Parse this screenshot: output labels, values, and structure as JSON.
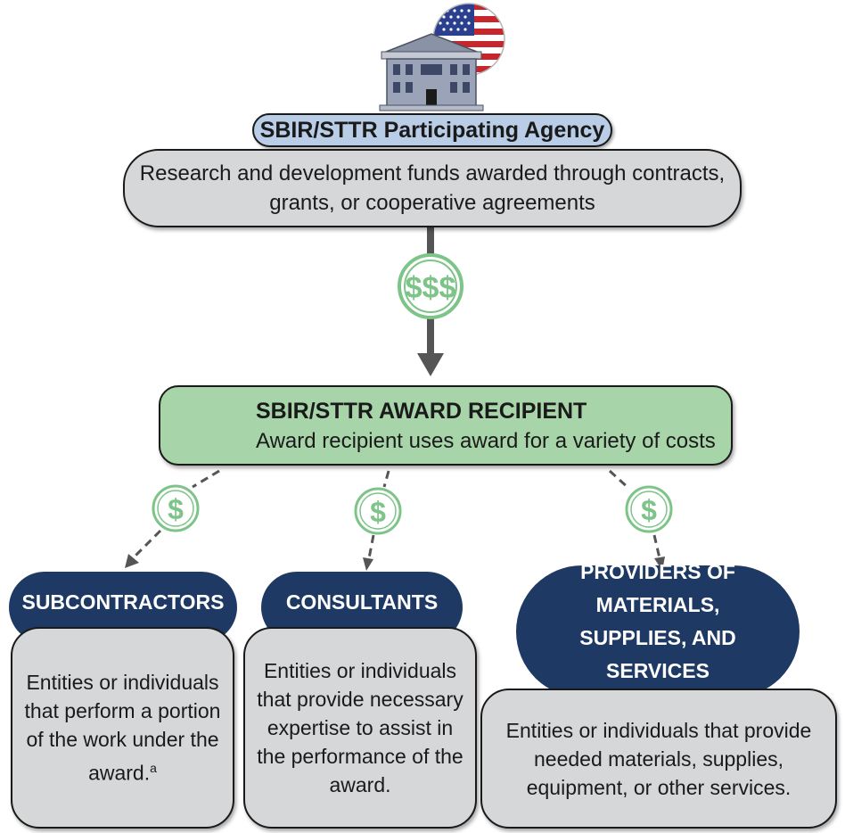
{
  "agency": {
    "title": "SBIR/STTR Participating Agency",
    "description": "Research and development funds awarded through contracts, grants, or cooperative agreements"
  },
  "flow_label": "$$$",
  "recipient": {
    "title": "SBIR/STTR AWARD RECIPIENT",
    "description": "Award recipient uses award for a variety of costs"
  },
  "branch_label": "$",
  "categories": [
    {
      "title": "SUBCONTRACTORS",
      "description": "Entities or individuals that perform a portion of the work under the award.",
      "footnote": "a"
    },
    {
      "title": "CONSULTANTS",
      "description": "Entities or individuals that provide necessary expertise to assist in the performance of the award."
    },
    {
      "title": "PROVIDERS OF MATERIALS, SUPPLIES, AND SERVICES",
      "description": "Entities or individuals that provide needed materials, supplies, equipment, or other services."
    }
  ],
  "colors": {
    "agency_title_fill": "#b9cde6",
    "gray_fill": "#d6d7d9",
    "recipient_fill": "#a7d5a9",
    "money_green": "#7cc487",
    "header_navy": "#1e3a64",
    "arrow_gray": "#555555"
  },
  "icons": {
    "agency": "government-building-with-us-flag-icon",
    "recipient": "certificate-icon",
    "money": "dollar-circle-icon"
  }
}
